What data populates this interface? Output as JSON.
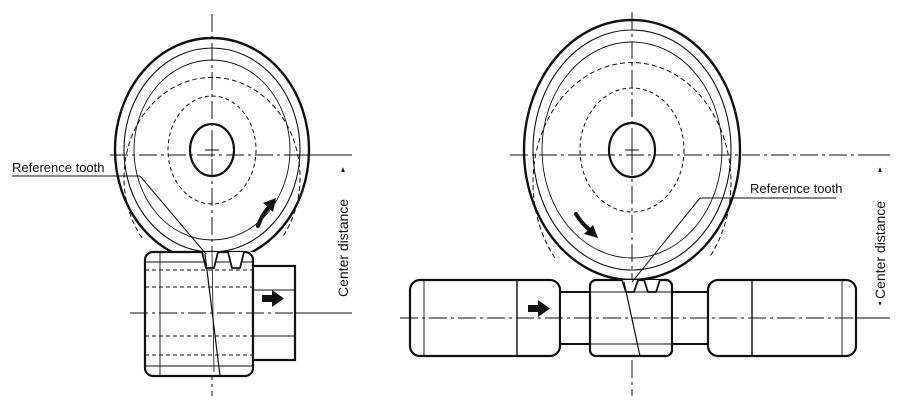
{
  "left_figure": {
    "reference_label": "Reference tooth",
    "distance_label": "Center distance"
  },
  "right_figure": {
    "reference_label": "Reference tooth",
    "distance_label": "Center distance"
  },
  "colors": {
    "line": "#111111",
    "background": "#ffffff"
  },
  "icons": {
    "rotation_arrow": "curved-arrow-icon",
    "direction_arrow": "right-arrow-icon"
  }
}
